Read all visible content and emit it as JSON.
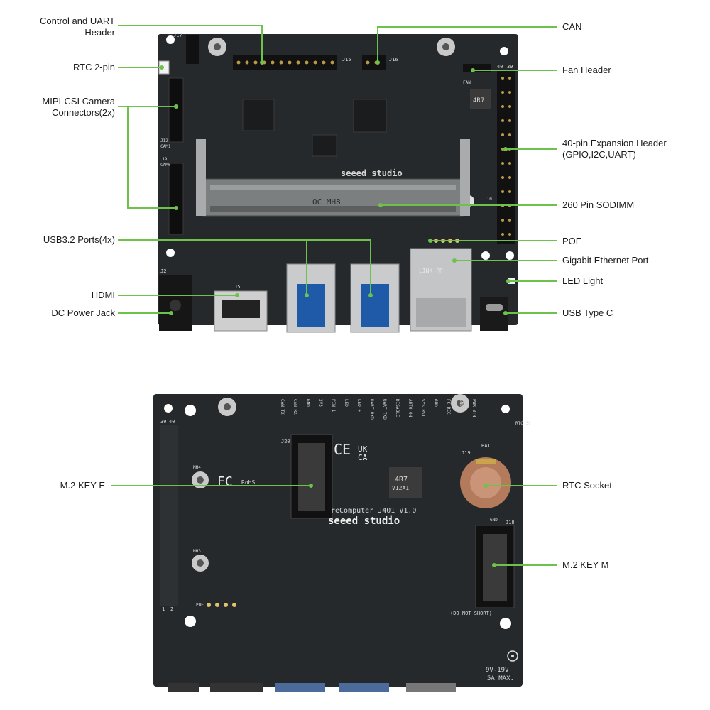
{
  "top_view": {
    "labels": {
      "control_uart": "Control and UART Header",
      "control_uart_l1": "Control and UART",
      "control_uart_l2": "Header",
      "rtc_2pin": "RTC 2-pin",
      "mipi_l1": "MIPI-CSI Camera",
      "mipi_l2": "Connectors(2x)",
      "usb32": "USB3.2 Ports(4x)",
      "hdmi": "HDMI",
      "dc_jack": "DC Power Jack",
      "can": "CAN",
      "fan": "Fan Header",
      "exp_l1": "40-pin Expansion Header",
      "exp_l2": "(GPIO,I2C,UART)",
      "sodimm": "260 Pin SODIMM",
      "poe": "POE",
      "ethernet": "Gigabit Ethernet Port",
      "led": "LED Light",
      "usbc": "USB Type C"
    },
    "silkscreen": {
      "brand": "seeed studio",
      "sodimm_mark": "OC MH8",
      "inductor": "4R7",
      "j17": "J17",
      "j15": "J15",
      "j16": "J16",
      "cam1": "CAM1",
      "cam0": "CAM0",
      "j9": "J9",
      "j12": "J12",
      "j5": "J5",
      "j2": "J2",
      "j10": "J10",
      "pin40": "40",
      "pin39": "39",
      "lan_brand": "LINK-PP",
      "fan": "FAN"
    }
  },
  "bottom_view": {
    "labels": {
      "m2_key_e": "M.2 KEY E",
      "rtc_socket": "RTC Socket",
      "m2_key_m": "M.2 KEY M"
    },
    "silkscreen": {
      "model": "reComputer  J401 V1.0",
      "brand": "seeed studio",
      "ce": "CE",
      "ukca_1": "UK",
      "ukca_2": "CA",
      "fc": "FC",
      "rohs": "RoHS",
      "inductor": "4R7",
      "inductor2": "V12A1",
      "j20": "J20",
      "j19": "J19",
      "j18": "J18",
      "bat": "BAT",
      "mh4": "MH4",
      "mh3": "MH3",
      "poe": "POE",
      "do_not_short": "(DO NOT SHORT)",
      "voltage": "9V-19V",
      "current": "5A MAX.",
      "rtc3v": "RTC 3V",
      "pin39": "39",
      "pin40": "40",
      "pin1": "1",
      "pin2": "2",
      "gnd": "GND",
      "pins": [
        "CAN_TX",
        "CAN_RX",
        "GND",
        "3V3",
        "PIN 1",
        "LED -",
        "LED +",
        "UART RXD",
        "UART TXD",
        "DISABLE",
        "AUTO ON",
        "SYS RST",
        "GND",
        "FC REC",
        "GND",
        "PWR BTN"
      ]
    }
  },
  "colors": {
    "pcb": "#25292b",
    "callout": "#6cc24a",
    "text": "#1a1a1a"
  }
}
